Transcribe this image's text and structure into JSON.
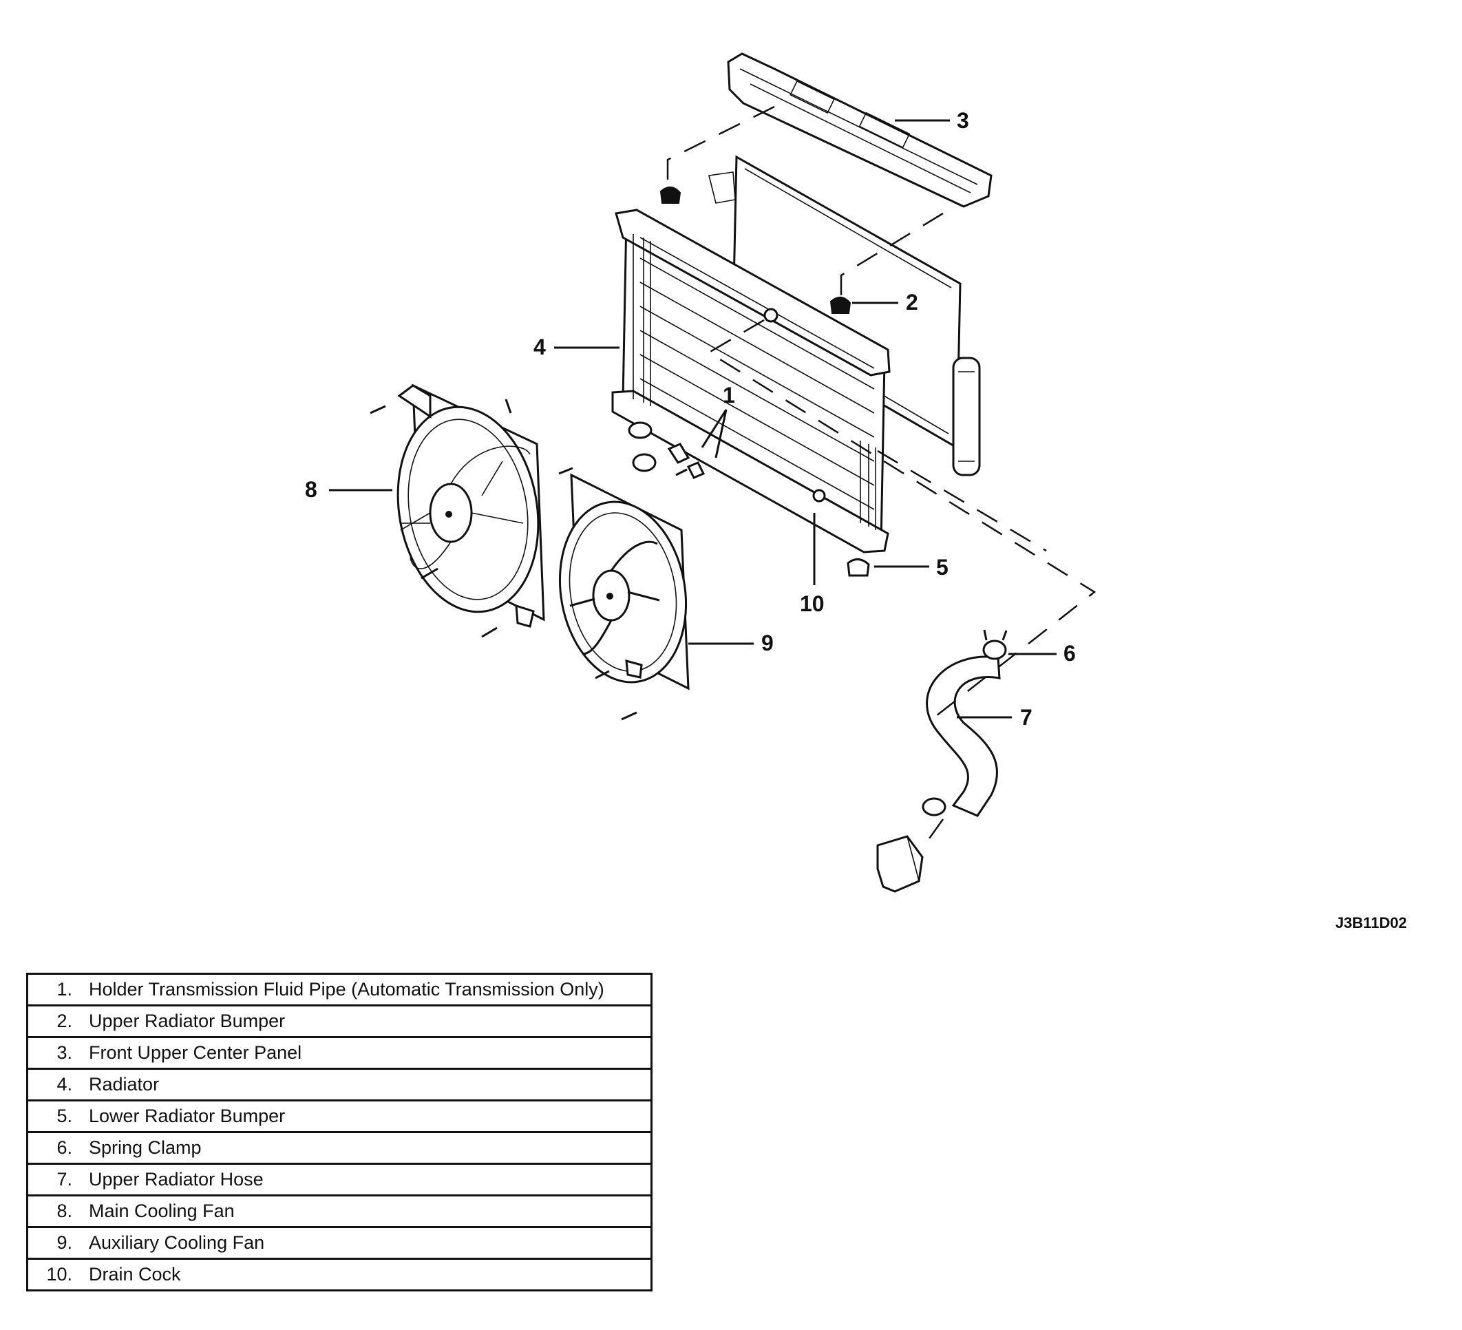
{
  "figure": {
    "figure_id": "J3B11D02",
    "callouts": [
      "1",
      "2",
      "3",
      "4",
      "5",
      "6",
      "7",
      "8",
      "9",
      "10"
    ]
  },
  "legend": {
    "items": [
      {
        "number": "1.",
        "label": "Holder Transmission Fluid Pipe (Automatic Transmission Only)"
      },
      {
        "number": "2.",
        "label": "Upper Radiator Bumper"
      },
      {
        "number": "3.",
        "label": "Front Upper Center Panel"
      },
      {
        "number": "4.",
        "label": "Radiator"
      },
      {
        "number": "5.",
        "label": "Lower Radiator Bumper"
      },
      {
        "number": "6.",
        "label": "Spring Clamp"
      },
      {
        "number": "7.",
        "label": "Upper Radiator Hose"
      },
      {
        "number": "8.",
        "label": "Main Cooling Fan"
      },
      {
        "number": "9.",
        "label": "Auxiliary Cooling Fan"
      },
      {
        "number": "10.",
        "label": "Drain Cock"
      }
    ]
  }
}
